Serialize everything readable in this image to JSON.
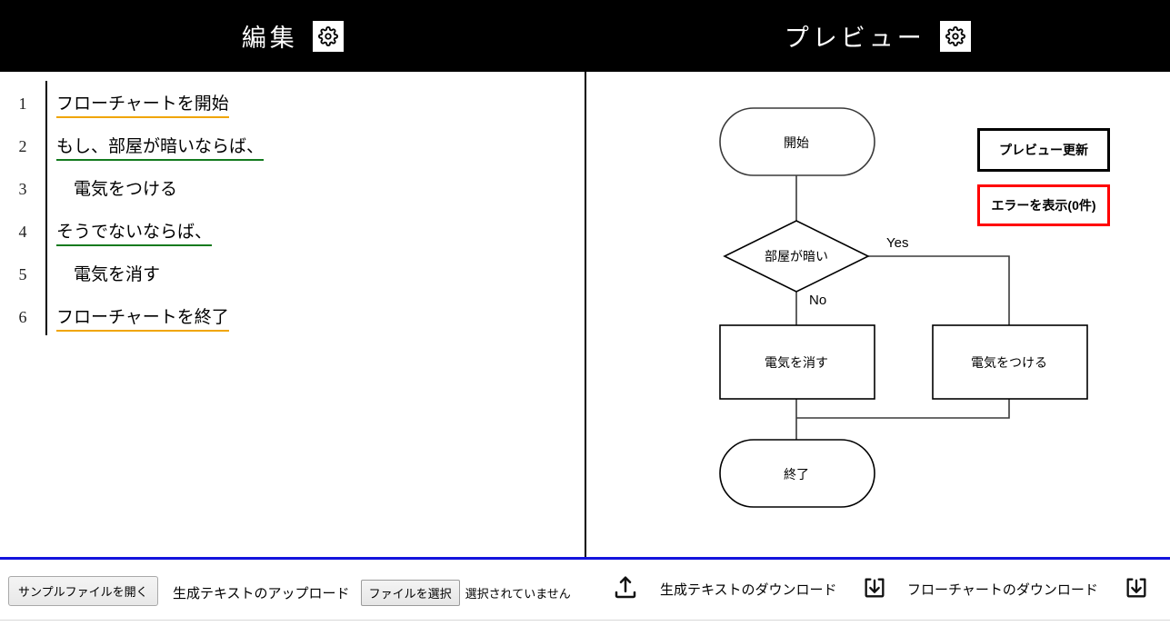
{
  "header": {
    "left": {
      "title": "編集",
      "gear_icon": "gear-icon"
    },
    "right": {
      "title": "プレビュー",
      "gear_icon": "gear-icon"
    }
  },
  "editor": {
    "lines": [
      {
        "number": "1",
        "text": "フローチャートを開始",
        "underline": "orange"
      },
      {
        "number": "2",
        "text": "もし、部屋が暗いならば、",
        "underline": "green"
      },
      {
        "number": "3",
        "text": "　電気をつける",
        "underline": "none"
      },
      {
        "number": "4",
        "text": "そうでないならば、",
        "underline": "green"
      },
      {
        "number": "5",
        "text": "　電気を消す",
        "underline": "none"
      },
      {
        "number": "6",
        "text": "フローチャートを終了",
        "underline": "orange"
      }
    ],
    "underline_colors": {
      "orange": "#f0a500",
      "green": "#127a1e"
    }
  },
  "preview": {
    "update_button": "プレビュー更新",
    "errors_button": "エラーを表示(0件)",
    "errors_border_color": "#ff0000",
    "update_border_color": "#000000",
    "flowchart": {
      "nodes": [
        {
          "id": "start",
          "shape": "stadium",
          "label": "開始"
        },
        {
          "id": "decide",
          "shape": "diamond",
          "label": "部屋が暗い"
        },
        {
          "id": "off",
          "shape": "rect",
          "label": "電気を消す"
        },
        {
          "id": "on",
          "shape": "rect",
          "label": "電気をつける"
        },
        {
          "id": "end",
          "shape": "stadium",
          "label": "終了"
        }
      ],
      "edges": [
        {
          "from": "start",
          "to": "decide",
          "label": ""
        },
        {
          "from": "decide",
          "to": "on",
          "label": "Yes"
        },
        {
          "from": "decide",
          "to": "off",
          "label": "No"
        },
        {
          "from": "off",
          "to": "end",
          "label": ""
        },
        {
          "from": "on",
          "to": "end",
          "label": ""
        }
      ]
    }
  },
  "toolbar": {
    "sample_file_button": "サンプルファイルを開く",
    "upload_label": "生成テキストのアップロード",
    "file_choose_button": "ファイルを選択",
    "file_status": "選択されていません",
    "upload_icon": "upload-icon",
    "download_text_label": "生成テキストのダウンロード",
    "download_text_icon": "download-icon",
    "download_chart_label": "フローチャートのダウンロード",
    "download_chart_icon": "download-icon"
  }
}
